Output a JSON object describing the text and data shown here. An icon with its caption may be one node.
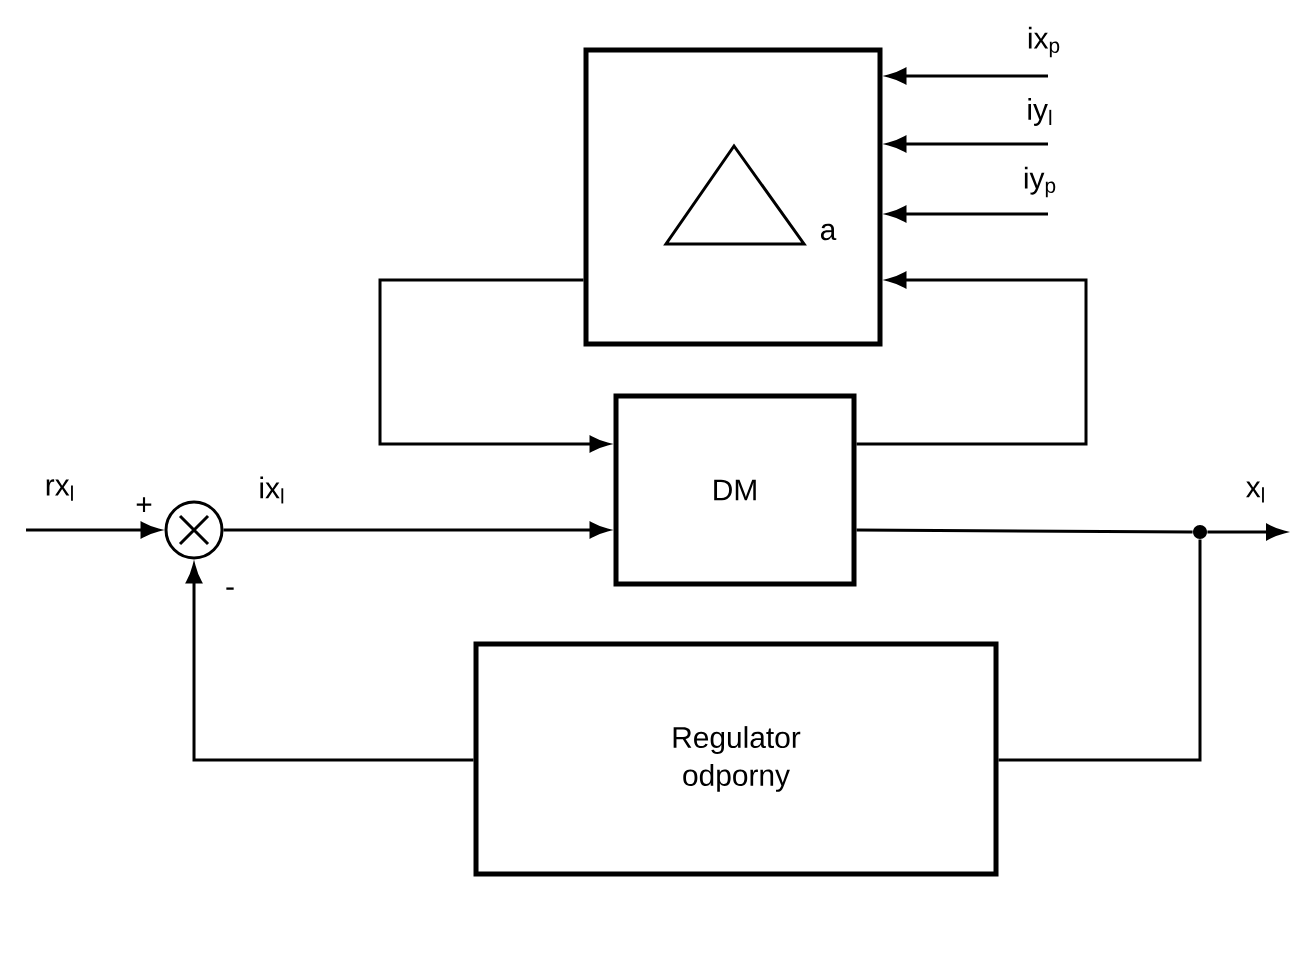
{
  "diagram": {
    "nodes": [
      {
        "text": [
          "a"
        ]
      },
      {
        "text": [
          "DM"
        ]
      },
      {
        "text": [
          "Regulator odporny"
        ]
      },
      {
        "text": [],
        "shape": "circle"
      },
      {
        "text": [],
        "shape": "dot"
      }
    ],
    "edges": [
      {
        "from": null,
        "to": 3,
        "arrow": "to",
        "label": "rx$_{l}$"
      },
      {
        "from": 3,
        "to": 1,
        "arrow": "to",
        "label": "ix$_{l}$"
      },
      {
        "from": 1,
        "to": 4,
        "arrow": "none"
      },
      {
        "from": 4,
        "to": null,
        "arrow": "to",
        "label": "x$_{l}$"
      },
      {
        "from": 4,
        "to": 2,
        "arrow": "none"
      },
      {
        "from": 2,
        "to": 3,
        "arrow": "to"
      },
      {
        "from": 0,
        "to": 1,
        "arrow": "to"
      },
      {
        "from": 1,
        "to": 0,
        "arrow": "to"
      },
      {
        "from": null,
        "to": 0,
        "arrow": "to",
        "label": "ix$_{p}$"
      },
      {
        "from": null,
        "to": 0,
        "arrow": "to",
        "label": "iy$_{l}$"
      },
      {
        "from": null,
        "to": 0,
        "arrow": "to",
        "label": "iy$_{p}$"
      }
    ],
    "labels": [
      "+",
      "-"
    ]
  }
}
